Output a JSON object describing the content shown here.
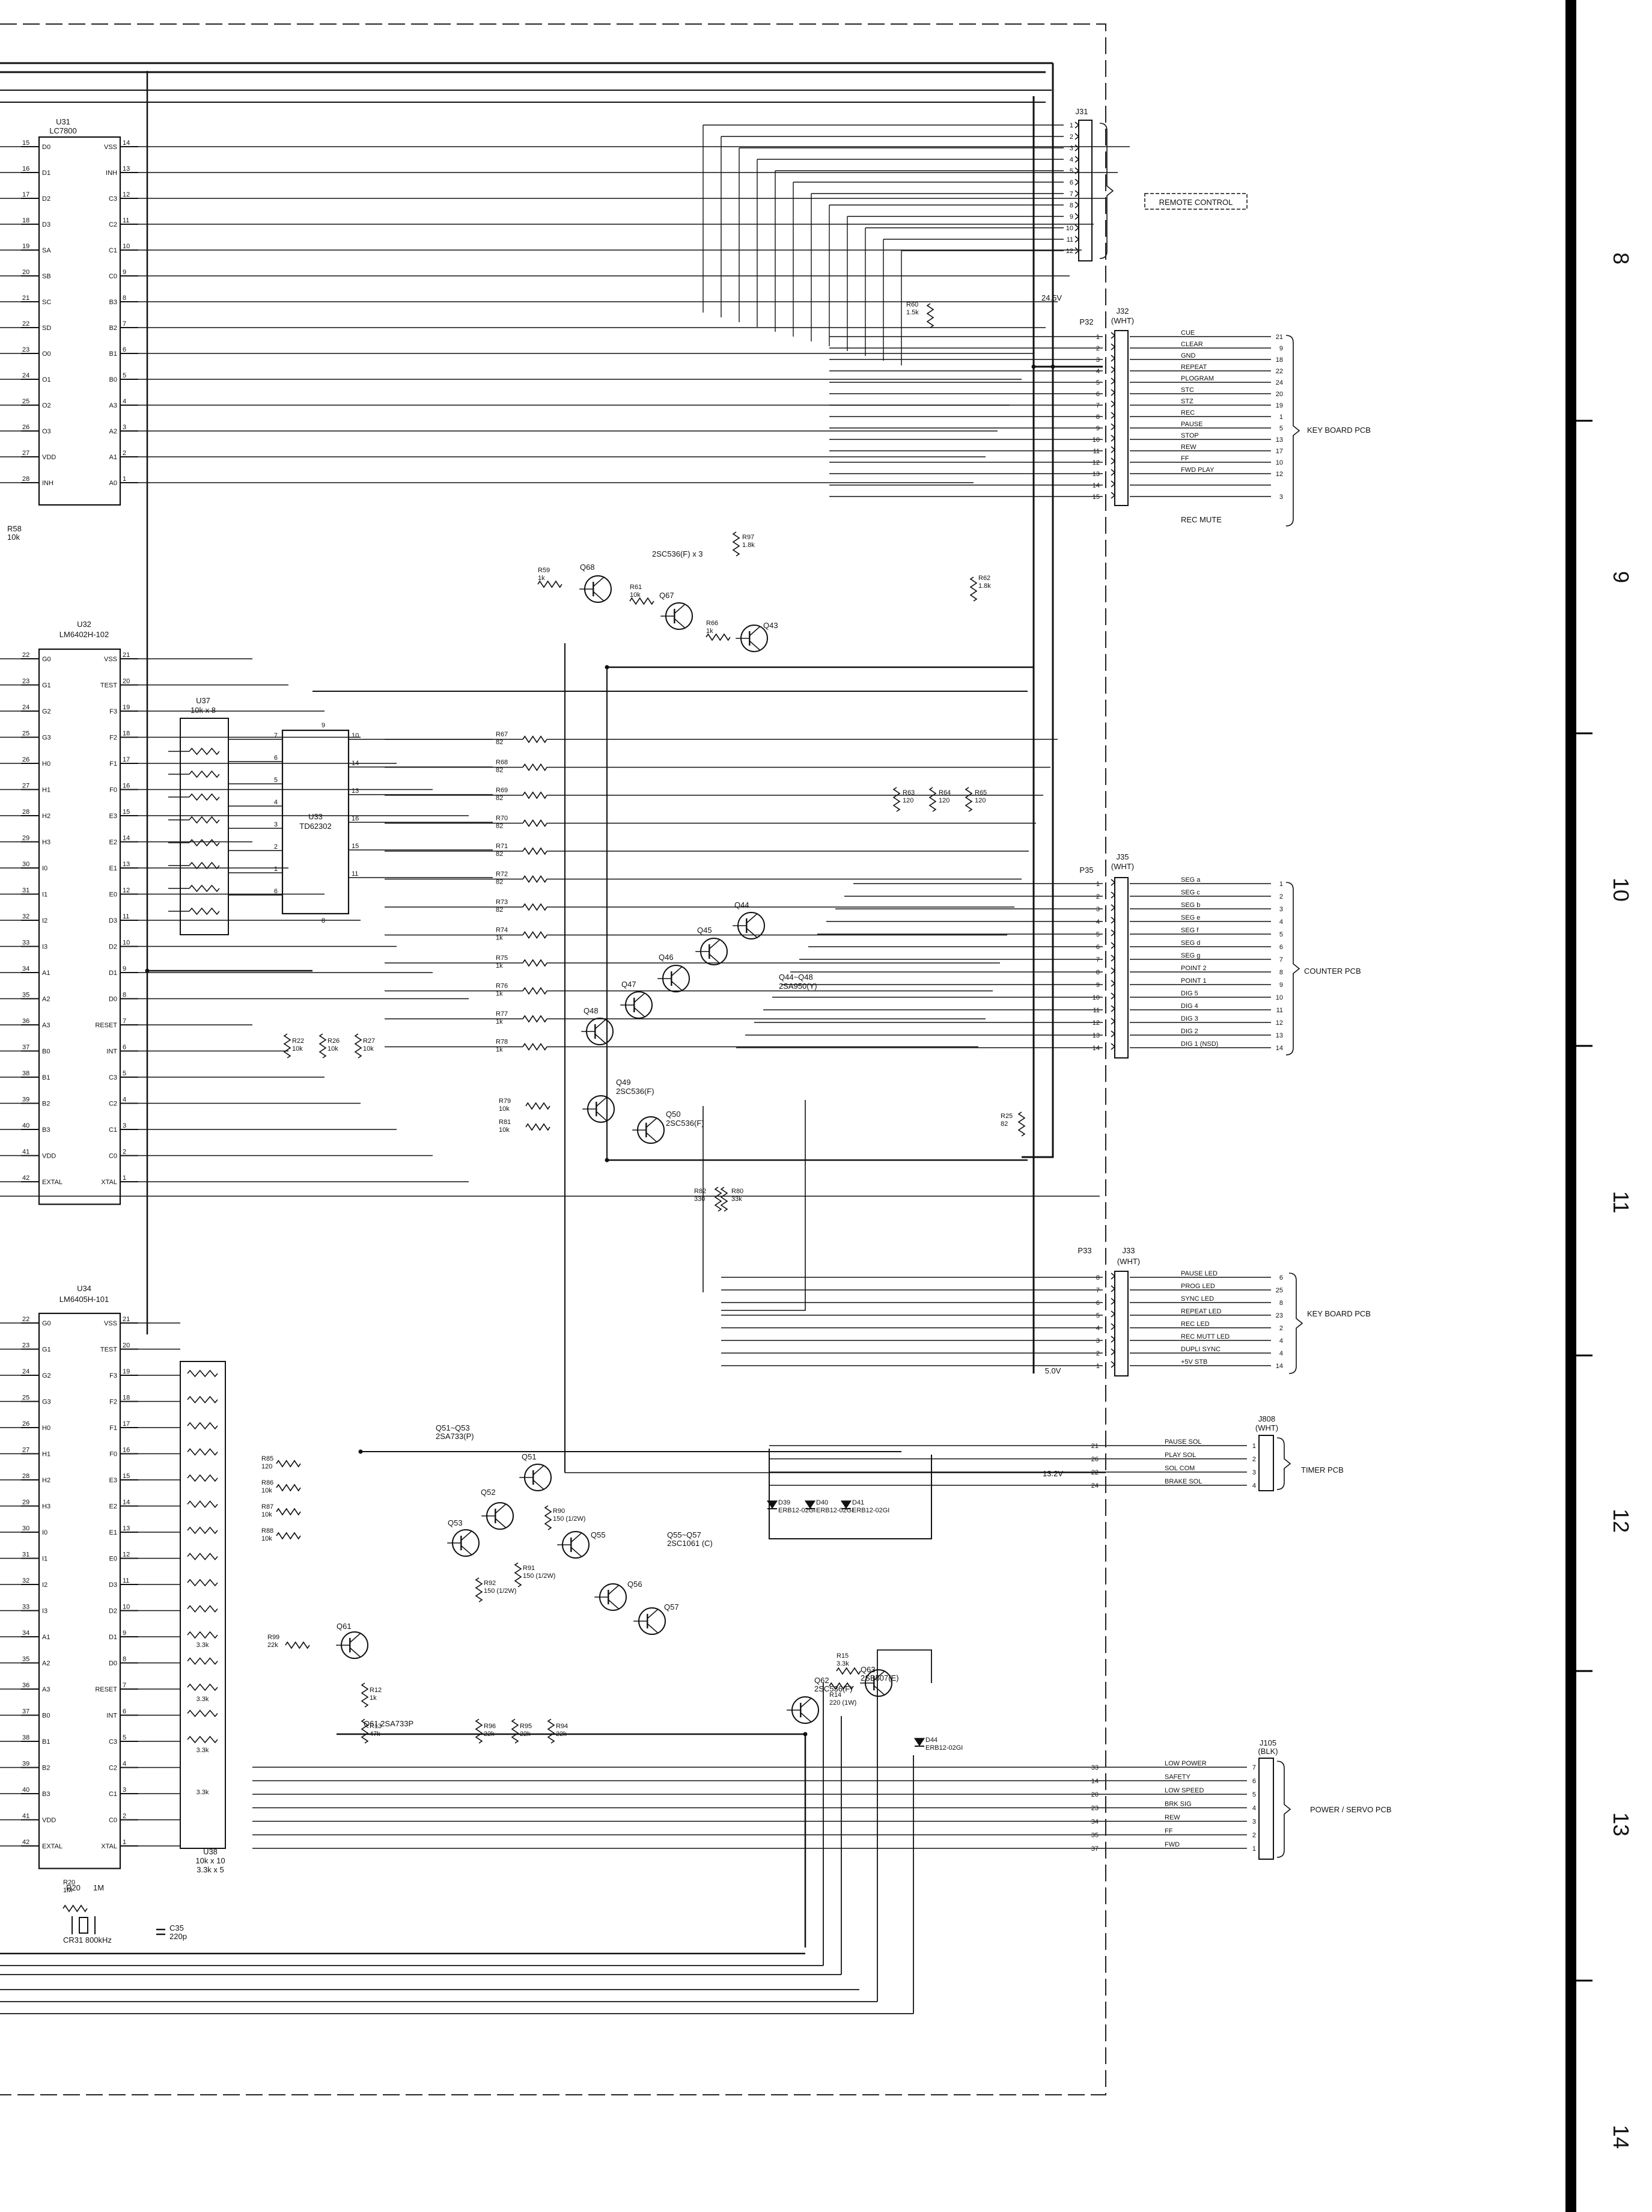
{
  "ics": {
    "u31": {
      "ref": "U31",
      "part": "LC7800",
      "left_pins": [
        "15",
        "16",
        "17",
        "18",
        "19",
        "20",
        "21",
        "22",
        "23",
        "24",
        "25",
        "26",
        "27",
        "28"
      ],
      "left_names": [
        "D0",
        "D1",
        "D2",
        "D3",
        "SA",
        "SB",
        "SC",
        "SD",
        "O0",
        "O1",
        "O2",
        "O3",
        "VDD",
        "INH"
      ],
      "right_pins": [
        "14",
        "13",
        "12",
        "11",
        "10",
        "9",
        "8",
        "7",
        "6",
        "5",
        "4",
        "3",
        "2",
        "1"
      ],
      "right_names": [
        "VSS",
        "INH",
        "C3",
        "C2",
        "C1",
        "C0",
        "B3",
        "B2",
        "B1",
        "B0",
        "A3",
        "A2",
        "A1",
        "A0"
      ]
    },
    "u32": {
      "ref": "U32",
      "part": "LM6402H-102",
      "left_pins": [
        "22",
        "23",
        "24",
        "25",
        "26",
        "27",
        "28",
        "29",
        "30",
        "31",
        "32",
        "33",
        "34",
        "35",
        "36",
        "37",
        "38",
        "39",
        "40",
        "41",
        "42"
      ],
      "left_names": [
        "G0",
        "G1",
        "G2",
        "G3",
        "H0",
        "H1",
        "H2",
        "H3",
        "I0",
        "I1",
        "I2",
        "I3",
        "A1",
        "A2",
        "A3",
        "B0",
        "B1",
        "B2",
        "B3",
        "VDD",
        "EXTAL"
      ],
      "right_pins": [
        "21",
        "20",
        "19",
        "18",
        "17",
        "16",
        "15",
        "14",
        "13",
        "12",
        "11",
        "10",
        "9",
        "8",
        "7",
        "6",
        "5",
        "4",
        "3",
        "2",
        "1"
      ],
      "right_names": [
        "VSS",
        "TEST",
        "F3",
        "F2",
        "F1",
        "F0",
        "E3",
        "E2",
        "E1",
        "E0",
        "D3",
        "D2",
        "D1",
        "D0",
        "RESET",
        "INT",
        "C3",
        "C2",
        "C1",
        "C0",
        "XTAL"
      ]
    },
    "u34": {
      "ref": "U34",
      "part": "LM6405H-101",
      "left_pins": [
        "22",
        "23",
        "24",
        "25",
        "26",
        "27",
        "28",
        "29",
        "30",
        "31",
        "32",
        "33",
        "34",
        "35",
        "36",
        "37",
        "38",
        "39",
        "40",
        "41",
        "42"
      ],
      "left_names": [
        "G0",
        "G1",
        "G2",
        "G3",
        "H0",
        "H1",
        "H2",
        "H3",
        "I0",
        "I1",
        "I2",
        "I3",
        "A1",
        "A2",
        "A3",
        "B0",
        "B1",
        "B2",
        "B3",
        "VDD",
        "EXTAL"
      ],
      "right_pins": [
        "21",
        "20",
        "19",
        "18",
        "17",
        "16",
        "15",
        "14",
        "13",
        "12",
        "11",
        "10",
        "9",
        "8",
        "7",
        "6",
        "5",
        "4",
        "3",
        "2",
        "1"
      ],
      "right_names": [
        "VSS",
        "TEST",
        "F3",
        "F2",
        "F1",
        "F0",
        "E3",
        "E2",
        "E1",
        "E0",
        "D3",
        "D2",
        "D1",
        "D0",
        "RESET",
        "INT",
        "C3",
        "C2",
        "C1",
        "C0",
        "XTAL"
      ]
    },
    "u33": {
      "ref": "U33",
      "part": "TD62302",
      "left_pins": [
        "7",
        "6",
        "5",
        "4",
        "3",
        "2",
        "1",
        "6"
      ],
      "right_pins": [
        "10",
        "14",
        "13",
        "16",
        "15",
        "11"
      ],
      "top_pin": "9",
      "bottom_pin": "8"
    },
    "u37": {
      "ref": "U37",
      "value": "10k x 8"
    },
    "u38": {
      "ref": "U38",
      "value": "10k x 10",
      "value2": "3.3k x 5",
      "sub_label": "3.3k"
    }
  },
  "connectors": {
    "j31": {
      "ref": "J31",
      "pins": [
        "1",
        "2",
        "3",
        "4",
        "5",
        "6",
        "7",
        "8",
        "9",
        "10",
        "11",
        "12"
      ],
      "group": "REMOTE CONTROL",
      "note": "24.5V"
    },
    "j32": {
      "ref": "J32",
      "ref2": "P32",
      "color": "(WHT)",
      "signals": [
        "CUE",
        "CLEAR",
        "GND",
        "REPEAT",
        "PLOGRAM",
        "STC",
        "STZ",
        "REC",
        "PAUSE",
        "STOP",
        "REW",
        "FF",
        "FWD PLAY",
        "",
        ""
      ],
      "dest": [
        "21",
        "9",
        "18",
        "22",
        "24",
        "20",
        "19",
        "1",
        "5",
        "13",
        "17",
        "10",
        "12",
        "",
        "3"
      ],
      "last_signal": "REC MUTE",
      "group": "KEY BOARD PCB"
    },
    "j35": {
      "ref": "J35",
      "ref2": "P35",
      "color": "(WHT)",
      "signals": [
        "SEG a",
        "SEG c",
        "SEG b",
        "SEG e",
        "SEG f",
        "SEG d",
        "SEG g",
        "POINT 2",
        "POINT 1",
        "DIG 5",
        "DIG 4",
        "DIG 3",
        "DIG 2",
        "DIG 1 (NSD)"
      ],
      "dest": [
        "1",
        "2",
        "3",
        "4",
        "5",
        "6",
        "7",
        "8",
        "9",
        "10",
        "11",
        "12",
        "13",
        "14"
      ],
      "group": "COUNTER PCB"
    },
    "j33": {
      "ref": "J33",
      "ref2": "P33",
      "color": "(WHT)",
      "pins": [
        "8",
        "7",
        "6",
        "5",
        "4",
        "3",
        "2",
        "1"
      ],
      "signals": [
        "PAUSE LED",
        "PROG LED",
        "SYNC LED",
        "REPEAT LED",
        "REC LED",
        "REC MUTT LED",
        "DUPLI SYNC",
        "+5V STB"
      ],
      "dest": [
        "6",
        "25",
        "8",
        "23",
        "2",
        "4",
        "4",
        "14"
      ],
      "note": "5.0V",
      "group": "KEY BOARD PCB"
    },
    "j808": {
      "ref": "J808",
      "color": "(WHT)",
      "in_pins": [
        "21",
        "26",
        "22",
        "24"
      ],
      "signals": [
        "PAUSE SOL",
        "PLAY SOL",
        "SOL COM",
        "BRAKE SOL"
      ],
      "dest": [
        "1",
        "2",
        "3",
        "4"
      ],
      "note": "13.2V",
      "group": "TIMER PCB"
    },
    "j105": {
      "ref": "J105",
      "color": "(BLK)",
      "in_pins": [
        "33",
        "14",
        "20",
        "23",
        "34",
        "35",
        "37"
      ],
      "signals": [
        "LOW POWER",
        "SAFETY",
        "LOW SPEED",
        "BRK SIG",
        "REW",
        "FF",
        "FWD"
      ],
      "dest": [
        "7",
        "6",
        "5",
        "4",
        "3",
        "2",
        "1"
      ],
      "group": "POWER / SERVO PCB"
    }
  },
  "transistors": {
    "q68": "Q68",
    "q67": "Q67",
    "q43": "Q43",
    "q44": "Q44",
    "q45": "Q45",
    "q46": "Q46",
    "q47": "Q47",
    "q48": "Q48",
    "q49": "Q49",
    "q49_part": "2SC536(F)",
    "q50": "Q50",
    "q50_part": "2SC536(F)",
    "q51": "Q51",
    "q52": "Q52",
    "q53": "Q53",
    "q55": "Q55",
    "q56": "Q56",
    "q57": "Q57",
    "q61": "Q61",
    "q62": "Q62",
    "q62_part": "2SC536(F)",
    "q63": "Q63",
    "q63_part": "2SB507(E)",
    "q44_48_note": "Q44~Q48",
    "q44_48_part": "2SA950(Y)",
    "q51_53_note": "Q51~Q53",
    "q51_53_part": "2SA733(P)",
    "q55_57_note": "Q55~Q57",
    "q55_57_part": "2SC1061 (C)",
    "q61_note": "Q61 2SA733P",
    "q68_note": "2SC536(F) x 3"
  },
  "resistors": {
    "r58": [
      "R58",
      "10k"
    ],
    "r59": [
      "R59",
      "1k"
    ],
    "r60": [
      "R60",
      "1.5k"
    ],
    "r61": [
      "R61",
      "10k"
    ],
    "r62": [
      "R62",
      "1.8k"
    ],
    "r66": [
      "R66",
      "1k"
    ],
    "r97": [
      "R97",
      "1.8k"
    ],
    "r63": [
      "R63",
      "120"
    ],
    "r64": [
      "R64",
      "120"
    ],
    "r65": [
      "R65",
      "120"
    ],
    "r67": [
      "R67",
      "82"
    ],
    "r68": [
      "R68",
      "82"
    ],
    "r69": [
      "R69",
      "82"
    ],
    "r70": [
      "R70",
      "82"
    ],
    "r71": [
      "R71",
      "82"
    ],
    "r72": [
      "R72",
      "82"
    ],
    "r73": [
      "R73",
      "82"
    ],
    "r74": [
      "R74",
      "1k"
    ],
    "r75": [
      "R75",
      "1k"
    ],
    "r76": [
      "R76",
      "1k"
    ],
    "r77": [
      "R77",
      "1k"
    ],
    "r78": [
      "R78",
      "1k"
    ],
    "r22": [
      "R22",
      "10k"
    ],
    "r26": [
      "R26",
      "10k"
    ],
    "r27": [
      "R27",
      "10k"
    ],
    "r79": [
      "R79",
      "10k"
    ],
    "r81": [
      "R81",
      "10k"
    ],
    "r25": [
      "R25",
      "82"
    ],
    "r82": [
      "R82",
      "330"
    ],
    "r80": [
      "R80",
      "33k"
    ],
    "r85": [
      "R85",
      "120"
    ],
    "r86": [
      "R86",
      "10k"
    ],
    "r87": [
      "R87",
      "10k"
    ],
    "r88": [
      "R88",
      "10k"
    ],
    "r89": [
      "R99",
      "22k"
    ],
    "r90": [
      "R90",
      "150 (1/2W)"
    ],
    "r91": [
      "R91",
      "150 (1/2W)"
    ],
    "r92": [
      "R92",
      "150 (1/2W)"
    ],
    "r12": [
      "R12",
      "1k"
    ],
    "r13": [
      "R13",
      "47k"
    ],
    "r96": [
      "R96",
      "22k"
    ],
    "r95": [
      "R95",
      "22k"
    ],
    "r94": [
      "R94",
      "22k"
    ],
    "r15": [
      "R15",
      "3.3k"
    ],
    "r14": [
      "R14",
      "220 (1W)"
    ],
    "r20": [
      "R20",
      "1M"
    ]
  },
  "diodes": {
    "d39": [
      "D39",
      "ERB12-02GI"
    ],
    "d40": [
      "D40",
      "ERB12-02GI"
    ],
    "d41": [
      "D41",
      "ERB12-02GI"
    ],
    "d44": [
      "D44",
      "ERB12-02GI"
    ]
  },
  "misc": {
    "cr31": "CR31 800kHz",
    "c35": "C35",
    "c35_val": "220p"
  },
  "margin_numbers": [
    "8",
    "9",
    "10",
    "11",
    "12",
    "13",
    "14"
  ]
}
